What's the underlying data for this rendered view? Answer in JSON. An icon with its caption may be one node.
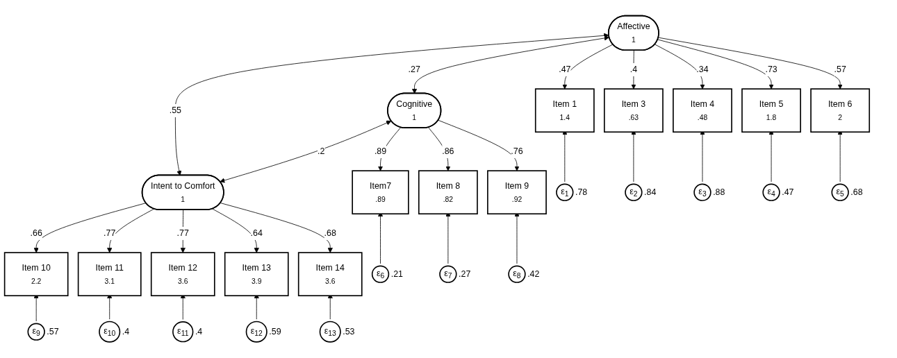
{
  "diagram": {
    "nodes": [
      {
        "text": [
          "Affective",
          "1"
        ]
      },
      {
        "text": [
          "Cognitive",
          "1"
        ]
      },
      {
        "text": [
          "Intent to Comfort",
          "1"
        ]
      },
      {
        "text": [
          "Item 1",
          "1.4"
        ]
      },
      {
        "text": [
          "Item 3",
          ".63"
        ]
      },
      {
        "text": [
          "Item 4",
          ".48"
        ]
      },
      {
        "text": [
          "Item 5",
          "1.8"
        ]
      },
      {
        "text": [
          "Item 6",
          "2"
        ]
      },
      {
        "text": [
          "Item7",
          ".89"
        ]
      },
      {
        "text": [
          "Item 8",
          ".82"
        ]
      },
      {
        "text": [
          "Item 9",
          ".92"
        ]
      },
      {
        "text": [
          "Item 10",
          "2.2"
        ]
      },
      {
        "text": [
          "Item 11",
          "3.1"
        ]
      },
      {
        "text": [
          "Item 12",
          "3.6"
        ]
      },
      {
        "text": [
          "Item 13",
          "3.9"
        ]
      },
      {
        "text": [
          "Item 14",
          "3.6"
        ]
      },
      {
        "text": [
          "ε$_{1}$"
        ],
        "beside": [
          ".78"
        ]
      },
      {
        "text": [
          "ε$_{2}$"
        ],
        "beside": [
          ".84"
        ]
      },
      {
        "text": [
          "ε$_{3}$"
        ],
        "beside": [
          ".88"
        ]
      },
      {
        "text": [
          "ε$_{4}$"
        ],
        "beside": [
          ".47"
        ]
      },
      {
        "text": [
          "ε$_{5}$"
        ],
        "beside": [
          ".68"
        ]
      },
      {
        "text": [
          "ε$_{6}$"
        ],
        "beside": [
          ".21"
        ]
      },
      {
        "text": [
          "ε$_{7}$"
        ],
        "beside": [
          ".27"
        ]
      },
      {
        "text": [
          "ε$_{8}$"
        ],
        "beside": [
          ".42"
        ]
      },
      {
        "text": [
          "ε$_{9}$"
        ],
        "beside": [
          ".57"
        ]
      },
      {
        "text": [
          "ε$_{10}$"
        ],
        "beside": [
          ".4"
        ]
      },
      {
        "text": [
          "ε$_{11}$"
        ],
        "beside": [
          ".4"
        ]
      },
      {
        "text": [
          "ε$_{12}$"
        ],
        "beside": [
          ".59"
        ]
      },
      {
        "text": [
          "ε$_{13}$"
        ],
        "beside": [
          ".53"
        ]
      }
    ],
    "edges": [
      {
        "from": 0,
        "to": 2,
        "arrow": "both",
        "label": ".55"
      },
      {
        "from": 0,
        "to": 1,
        "arrow": "both",
        "label": ".27"
      },
      {
        "from": 1,
        "to": 2,
        "arrow": "both",
        "label": ".2"
      },
      {
        "from": 0,
        "to": 3,
        "arrow": "to",
        "label": ".47"
      },
      {
        "from": 0,
        "to": 4,
        "arrow": "to",
        "label": ".4"
      },
      {
        "from": 0,
        "to": 5,
        "arrow": "to",
        "label": ".34"
      },
      {
        "from": 0,
        "to": 6,
        "arrow": "to",
        "label": ".73"
      },
      {
        "from": 0,
        "to": 7,
        "arrow": "to",
        "label": ".57"
      },
      {
        "from": 1,
        "to": 8,
        "arrow": "to",
        "label": ".89"
      },
      {
        "from": 1,
        "to": 9,
        "arrow": "to",
        "label": ".86"
      },
      {
        "from": 1,
        "to": 10,
        "arrow": "to",
        "label": ".76"
      },
      {
        "from": 2,
        "to": 11,
        "arrow": "to",
        "label": ".66"
      },
      {
        "from": 2,
        "to": 12,
        "arrow": "to",
        "label": ".77"
      },
      {
        "from": 2,
        "to": 13,
        "arrow": "to",
        "label": ".77"
      },
      {
        "from": 2,
        "to": 14,
        "arrow": "to",
        "label": ".64"
      },
      {
        "from": 2,
        "to": 15,
        "arrow": "to",
        "label": ".68"
      },
      {
        "from": 16,
        "to": 3,
        "arrow": "to"
      },
      {
        "from": 17,
        "to": 4,
        "arrow": "to"
      },
      {
        "from": 18,
        "to": 5,
        "arrow": "to"
      },
      {
        "from": 19,
        "to": 6,
        "arrow": "to"
      },
      {
        "from": 20,
        "to": 7,
        "arrow": "to"
      },
      {
        "from": 21,
        "to": 8,
        "arrow": "to"
      },
      {
        "from": 22,
        "to": 9,
        "arrow": "to"
      },
      {
        "from": 23,
        "to": 10,
        "arrow": "to"
      },
      {
        "from": 24,
        "to": 11,
        "arrow": "to"
      },
      {
        "from": 25,
        "to": 12,
        "arrow": "to"
      },
      {
        "from": 26,
        "to": 13,
        "arrow": "to"
      },
      {
        "from": 27,
        "to": 14,
        "arrow": "to"
      },
      {
        "from": 28,
        "to": 15,
        "arrow": "to"
      }
    ]
  }
}
